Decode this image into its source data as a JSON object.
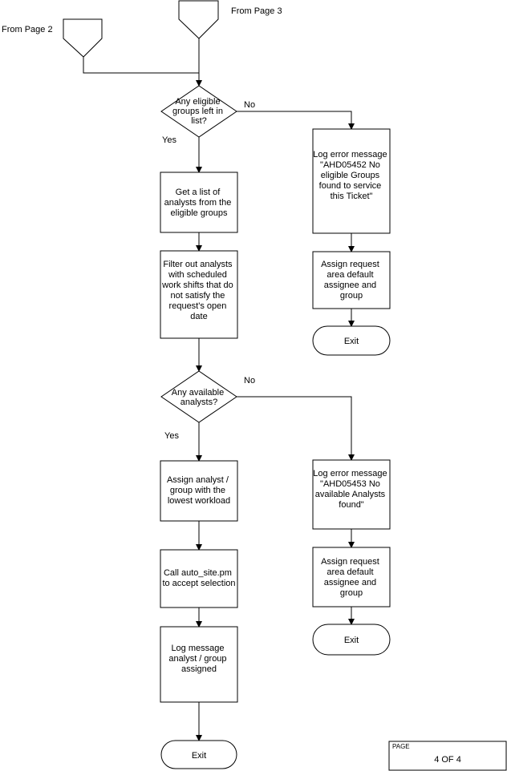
{
  "connectors": {
    "from_page_2": "From Page 2",
    "from_page_3": "From Page 3"
  },
  "decisions": {
    "eligible_groups": [
      "Any eligible",
      "groups left in",
      "list?"
    ],
    "available_analysts": [
      "Any available",
      "analysts?"
    ]
  },
  "edge_labels": {
    "no_1": "No",
    "yes_1": "Yes",
    "no_2": "No",
    "yes_2": "Yes"
  },
  "processes": {
    "get_analysts": [
      "Get a list of",
      "analysts from the",
      "eligible groups"
    ],
    "filter_analysts": [
      "Filter out analysts",
      "with scheduled",
      "work shifts that do",
      "not satisfy the",
      "request's open",
      "date"
    ],
    "assign_lowest": [
      "Assign analyst /",
      "group with the",
      "lowest workload"
    ],
    "call_auto_site": [
      "Call auto_site.pm",
      "to accept selection"
    ],
    "log_assigned": [
      "Log message",
      "",
      "analyst / group",
      "assigned"
    ],
    "log_error_groups": [
      "Log error message",
      "",
      "\"AHD05452 No",
      "eligible Groups",
      "found to service",
      "this Ticket\""
    ],
    "assign_default_1": [
      "Assign request",
      "area default",
      "assignee and",
      "group"
    ],
    "log_error_analysts": [
      "Log error message",
      "",
      "\"AHD05453 No",
      "available Analysts",
      "found\""
    ],
    "assign_default_2": [
      "Assign request",
      "area default",
      "assignee and",
      "group"
    ]
  },
  "terminals": {
    "exit_1": "Exit",
    "exit_2": "Exit",
    "exit_3": "Exit"
  },
  "page_box": {
    "label": "PAGE",
    "value": "4 OF 4"
  }
}
